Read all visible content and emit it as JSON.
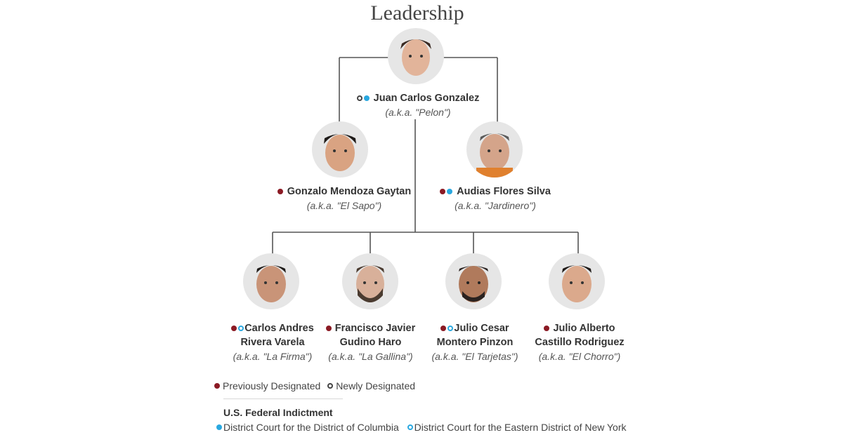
{
  "title": "Leadership",
  "colors": {
    "previously_designated": "#8b1a24",
    "newly_designated": "#444444",
    "district_columbia": "#29a8e0",
    "eastern_district_ny": "#29a8e0",
    "connector_line": "#555555"
  },
  "people": {
    "top": {
      "name": "Juan Carlos Gonzalez",
      "aka": "(a.k.a. \"Pelon\")",
      "markers": [
        "newly-designated",
        "district-columbia"
      ]
    },
    "left": {
      "name": "Gonzalo Mendoza Gaytan",
      "aka": "(a.k.a. \"El Sapo\")",
      "markers": [
        "previously-designated"
      ]
    },
    "right": {
      "name": "Audias Flores Silva",
      "aka": "(a.k.a. \"Jardinero\")",
      "markers": [
        "previously-designated",
        "district-columbia"
      ]
    },
    "bottom": [
      {
        "name_line1": "Carlos Andres",
        "name_line2": "Rivera Varela",
        "aka": "(a.k.a. \"La Firma\")",
        "markers": [
          "previously-designated",
          "eastern-district-ny"
        ]
      },
      {
        "name_line1": "Francisco Javier",
        "name_line2": "Gudino Haro",
        "aka": "(a.k.a. \"La Gallina\")",
        "markers": [
          "previously-designated"
        ]
      },
      {
        "name_line1": "Julio Cesar",
        "name_line2": "Montero Pinzon",
        "aka": "(a.k.a. \"El Tarjetas\")",
        "markers": [
          "previously-designated",
          "eastern-district-ny"
        ]
      },
      {
        "name_line1": "Julio Alberto",
        "name_line2": "Castillo Rodriguez",
        "aka": "(a.k.a. \"El Chorro\")",
        "markers": [
          "previously-designated"
        ]
      }
    ]
  },
  "legend": {
    "previously_designated": "Previously Designated",
    "newly_designated": "Newly Designated",
    "indictment_title": "U.S. Federal Indictment",
    "district_columbia": "District Court for the District of Columbia",
    "eastern_district_ny": "District Court for the Eastern District of New York"
  }
}
